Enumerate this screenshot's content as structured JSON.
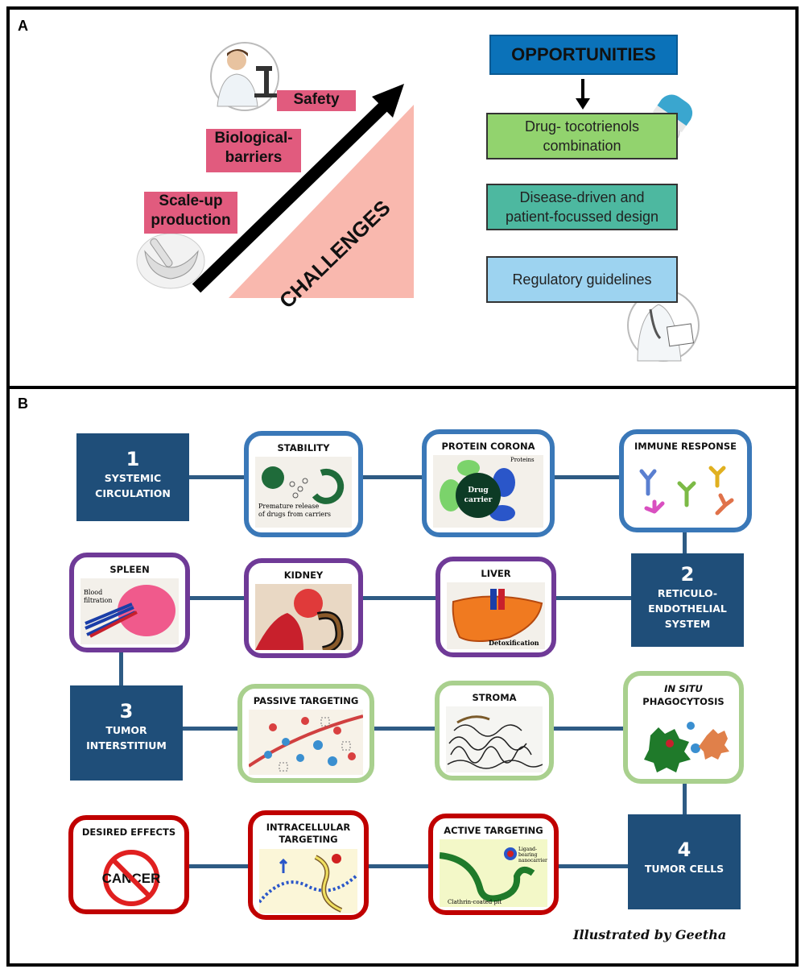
{
  "panel_a": {
    "label": "A",
    "challenges_label": "CHALLENGES",
    "challenge_items": [
      {
        "line1": "Scale-up",
        "line2": "production"
      },
      {
        "line1": "Biological-",
        "line2": "barriers"
      },
      {
        "line1": "Safety",
        "line2": ""
      }
    ],
    "opportunities_title": "OPPORTUNITIES",
    "opportunity_items": [
      {
        "line1": "Drug- tocotrienols",
        "line2": "combination",
        "color": "#92d36e"
      },
      {
        "line1": "Disease-driven and",
        "line2": "patient-focussed design",
        "color": "#4db8a0"
      },
      {
        "line1": "Regulatory guidelines",
        "line2": "",
        "color": "#9dd3f0"
      }
    ],
    "colors": {
      "challenge_box": "#e15b7e",
      "triangle": "#f9b8ae",
      "opportunities_title_bg": "#0b72b9"
    }
  },
  "panel_b": {
    "label": "B",
    "hubs": [
      {
        "num": "1",
        "line1": "SYSTEMIC",
        "line2": "CIRCULATION",
        "line3": ""
      },
      {
        "num": "2",
        "line1": "RETICULO-",
        "line2": "ENDOTHELIAL",
        "line3": "SYSTEM"
      },
      {
        "num": "3",
        "line1": "TUMOR",
        "line2": "INTERSTITIUM",
        "line3": ""
      },
      {
        "num": "4",
        "line1": "TUMOR CELLS",
        "line2": "",
        "line3": ""
      }
    ],
    "cards": {
      "stability": {
        "title": "STABILITY",
        "caption1": "Premature release",
        "caption2": "of drugs from carriers"
      },
      "protein_corona": {
        "title": "PROTEIN CORONA",
        "label_carrier1": "Drug",
        "label_carrier2": "carrier",
        "label_proteins": "Proteins"
      },
      "immune_response": {
        "title": "IMMUNE RESPONSE"
      },
      "spleen": {
        "title": "SPLEEN",
        "caption1": "Blood",
        "caption2": "filtration"
      },
      "kidney": {
        "title": "KIDNEY"
      },
      "liver": {
        "title": "LIVER",
        "caption": "Detoxification"
      },
      "passive_targeting": {
        "title": "PASSIVE TARGETING"
      },
      "stroma": {
        "title": "STROMA"
      },
      "phagocytosis": {
        "title_italic": "IN SITU",
        "title": "PHAGOCYTOSIS"
      },
      "desired_effects": {
        "title": "DESIRED EFFECTS",
        "sign_text": "CANCER"
      },
      "intracellular": {
        "title1": "INTRACELLULAR",
        "title2": "TARGETING"
      },
      "active_targeting": {
        "title": "ACTIVE TARGETING",
        "caption_pit": "Clathrin-coated pit",
        "caption_nano1": "Ligand-",
        "caption_nano2": "bearing",
        "caption_nano3": "nanocarrier"
      }
    },
    "border_colors": {
      "row1": "#3a78b8",
      "row2": "#6f3a97",
      "row3": "#a9d08e",
      "row4": "#c00000"
    },
    "hub_color": "#1f4e79",
    "credit": "Illustrated by Geetha"
  }
}
